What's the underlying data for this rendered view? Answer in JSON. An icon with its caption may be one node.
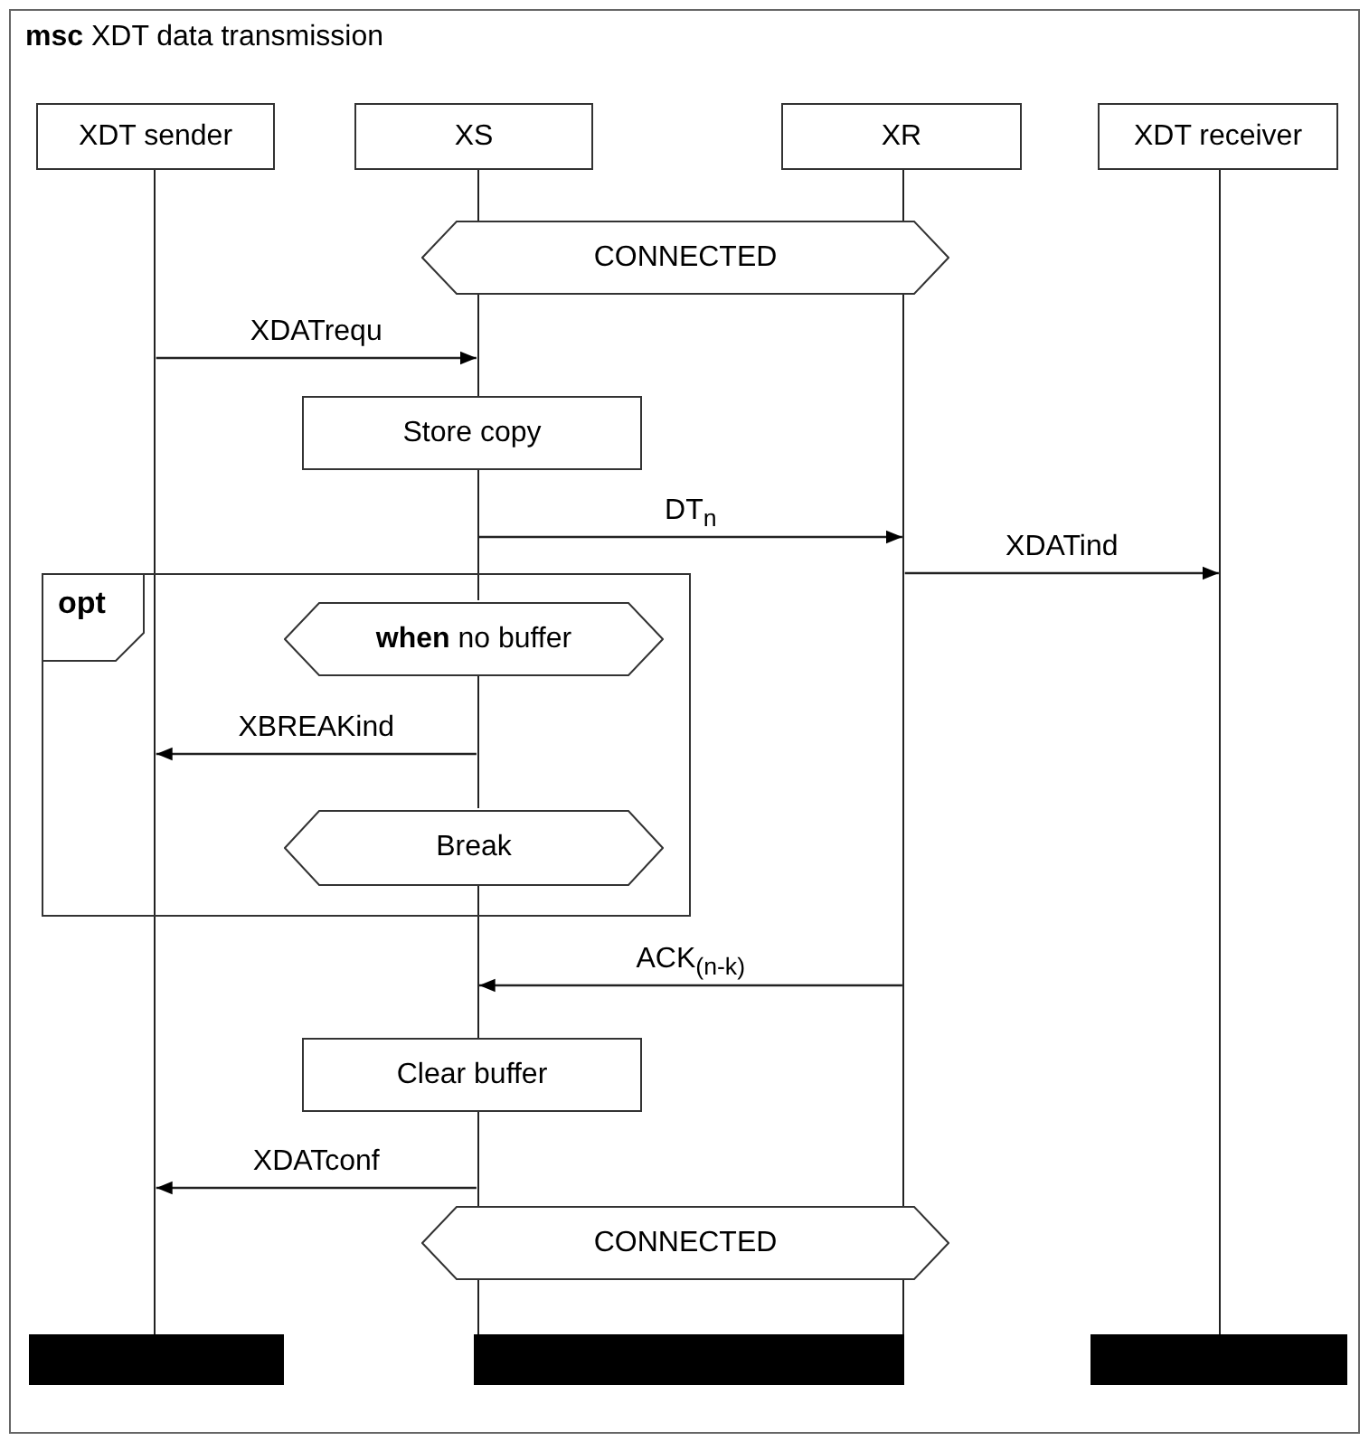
{
  "diagram": {
    "title": "**msc** XDT data transmission",
    "nodes": [
      {
        "text": [
          "XDT sender"
        ]
      },
      {
        "text": [
          "XS"
        ]
      },
      {
        "text": [
          "XR"
        ]
      },
      {
        "text": [
          "XDT receiver"
        ]
      },
      {
        "text": [],
        "shape": "line"
      },
      {
        "text": [],
        "shape": "line"
      },
      {
        "text": [],
        "shape": "line"
      },
      {
        "text": [],
        "shape": "line"
      },
      {
        "text": [
          "CONNECTED"
        ]
      },
      {
        "text": [
          "Store copy"
        ]
      },
      {
        "text": [
          "opt"
        ]
      },
      {
        "text": [
          "**when** no buffer"
        ],
        "in": 10
      },
      {
        "text": [
          "Break"
        ],
        "in": 10
      },
      {
        "text": [
          "Clear buffer"
        ]
      },
      {
        "text": [
          "CONNECTED"
        ]
      },
      {
        "text": [],
        "shape": "bar"
      },
      {
        "text": [],
        "shape": "bar"
      },
      {
        "text": [],
        "shape": "bar"
      }
    ],
    "edges": [
      {
        "from": 4,
        "to": 5,
        "arrow": "to",
        "label": "XDATrequ"
      },
      {
        "from": 5,
        "to": 6,
        "arrow": "to",
        "label": "DT$_{n}$"
      },
      {
        "from": 6,
        "to": 7,
        "arrow": "to",
        "label": "XDATind"
      },
      {
        "from": 5,
        "to": 4,
        "arrow": "to",
        "label": "XBREAKind"
      },
      {
        "from": 6,
        "to": 5,
        "arrow": "to",
        "label": "ACK$_{(n-k)}$"
      },
      {
        "from": 5,
        "to": 4,
        "arrow": "to",
        "label": "XDATconf"
      }
    ]
  }
}
